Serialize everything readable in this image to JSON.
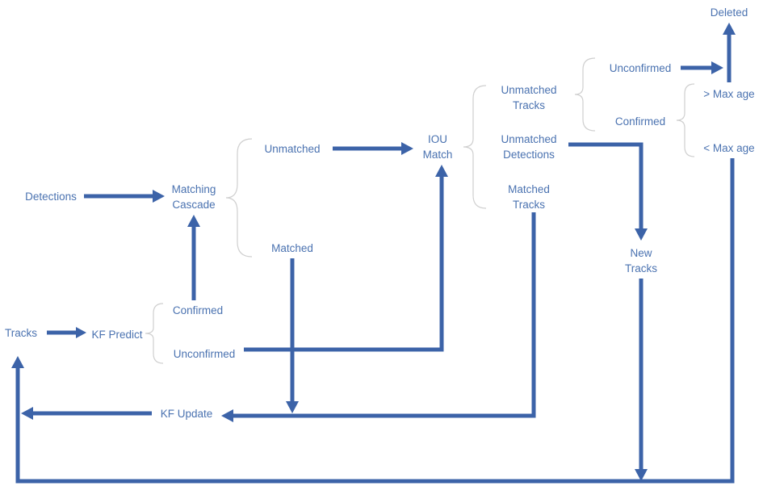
{
  "nodes": {
    "detections": "Detections",
    "matching_cascade": [
      "Matching",
      "Cascade"
    ],
    "unmatched": "Unmatched",
    "matched": "Matched",
    "iou_match": [
      "IOU",
      "Match"
    ],
    "unmatched_tracks": [
      "Unmatched",
      "Tracks"
    ],
    "unmatched_detections": [
      "Unmatched",
      "Detections"
    ],
    "matched_tracks": [
      "Matched",
      "Tracks"
    ],
    "unconfirmed_top": "Unconfirmed",
    "confirmed_top": "Confirmed",
    "deleted": "Deleted",
    "gt_max_age": "> Max age",
    "lt_max_age": "< Max age",
    "new_tracks": [
      "New",
      "Tracks"
    ],
    "tracks": "Tracks",
    "kf_predict": "KF Predict",
    "confirmed": "Confirmed",
    "unconfirmed": "Unconfirmed",
    "kf_update": "KF Update"
  },
  "colors": {
    "arrow": "#3c63a8",
    "text": "#4a72b0",
    "brace": "#cfcfcf"
  }
}
